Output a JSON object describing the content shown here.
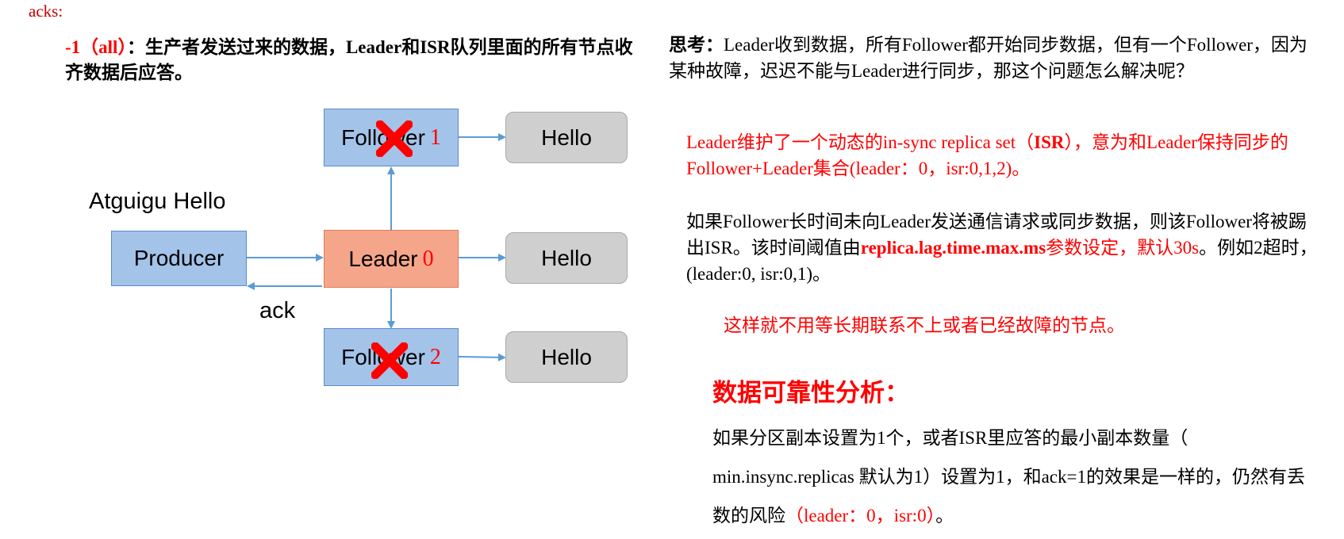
{
  "top_label": "acks:",
  "heading": {
    "prefix": "-1（all）",
    "text": "：生产者发送过来的数据，Leader和ISR队列里面的所有节点收齐数据后应答。"
  },
  "diagram": {
    "message": "Atguigu Hello",
    "producer": "Producer",
    "leader": {
      "label": "Leader",
      "id": "0"
    },
    "follower1": {
      "label": "Follower",
      "id": "1"
    },
    "follower2": {
      "label": "Follower",
      "id": "2"
    },
    "hello": "Hello",
    "ack": "ack",
    "colors": {
      "follower_fill": "#a3c3e9",
      "leader_fill": "#f5a68a",
      "hello_fill": "#cfcfcf",
      "arrow": "#5b9bd5",
      "cross": "#ff0000"
    }
  },
  "think": {
    "label": "思考：",
    "text": "Leader收到数据，所有Follower都开始同步数据，但有一个Follower，因为某种故障，迟迟不能与Leader进行同步，那这个问题怎么解决呢？"
  },
  "isr_def": {
    "part1": "Leader维护了一个动态的in-sync replica set（",
    "isr": "ISR",
    "part2": "），意为和Leader保持同步的Follower+Leader集合(leader：0，isr:0,1,2)。"
  },
  "isr_kick": {
    "part1": "如果Follower长时间未向Leader发送通信请求或同步数据，则该Follower将被踢出ISR。该时间阈值由",
    "param": "replica.lag.time.max.ms",
    "part2": "参数设定，默认30s",
    "part3": "。例如2超时，(leader:0, isr:0,1)。"
  },
  "no_wait": "这样就不用等长期联系不上或者已经故障的节点。",
  "analysis": {
    "title": "数据可靠性分析：",
    "part1": "如果分区副本设置为1个，或者ISR里应答的最小副本数量（ min.insync.replicas 默认为1）设置为1，和ack=1的效果是一样的，仍然有丢数的风险",
    "part2": "（leader：0，isr:0）",
    "part3": "。"
  }
}
